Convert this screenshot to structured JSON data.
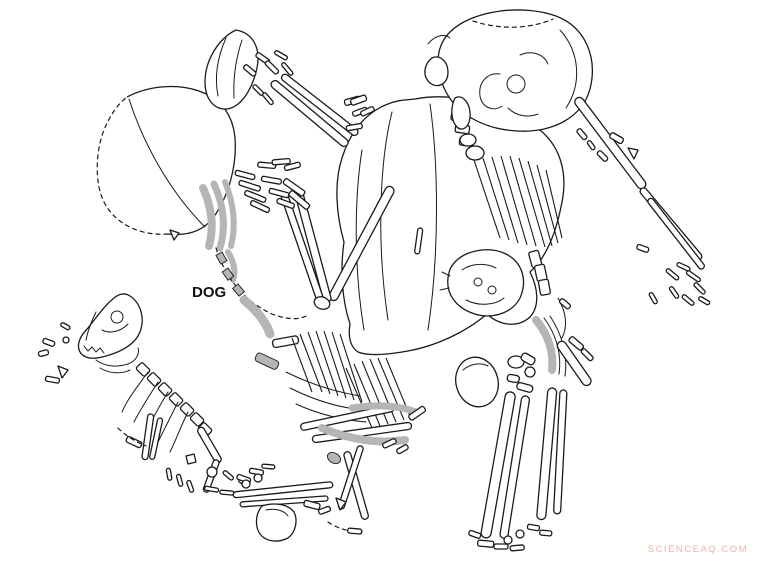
{
  "labels": {
    "dog": "DOG"
  },
  "watermark": {
    "text": "SCIENCEAQ.COM",
    "color": "#f0b2a8"
  },
  "colors": {
    "background": "#ffffff",
    "line": "#1a1a1a",
    "shade": "#b5b5b5"
  },
  "illustration": {
    "parts": [
      "large-cranial-fragment",
      "scapula-fragment",
      "human-cranium",
      "right-arm",
      "torso-pelvis",
      "sacrum",
      "left-arm-and-hand",
      "dog-skeleton",
      "rib-cluster",
      "foot-bones-and-stone",
      "egg-shaped-stone",
      "leg-bones"
    ]
  }
}
